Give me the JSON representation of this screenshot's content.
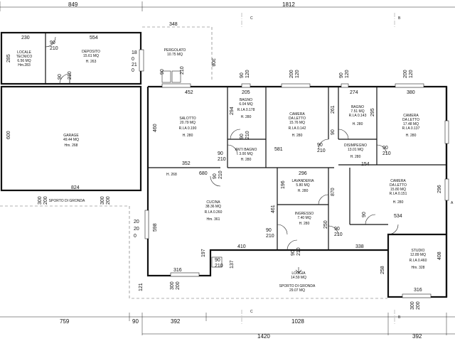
{
  "dims": {
    "top_left": "849",
    "top_right": "1812",
    "bottom_left": "759",
    "bottom_mid_a": "90",
    "bottom_mid_b": "392",
    "bottom_mid_c": "1028",
    "bottom_total": "1420",
    "bottom_right": "392",
    "d230": "230",
    "d554": "554",
    "d348": "348",
    "d285": "285",
    "d308": "308",
    "d600": "600",
    "d824": "824",
    "d452": "452",
    "d205": "205",
    "d274": "274",
    "d380": "380",
    "d460": "460",
    "d352": "352",
    "d680": "680",
    "d294": "294",
    "d261": "261",
    "d295": "295",
    "d154": "154",
    "d296": "296",
    "d296b": "296",
    "d196": "196",
    "d870": "870",
    "d461": "461",
    "d250": "250",
    "d598": "598",
    "d410": "410",
    "d338": "338",
    "d534": "534",
    "d408": "408",
    "d316a": "316",
    "d316b": "316",
    "d197": "197",
    "d137": "137",
    "d258": "258",
    "d121": "121",
    "d581": "581",
    "d300a": "300",
    "d200a": "200",
    "d300b": "300",
    "d200b": "200",
    "d300c": "300",
    "d200c": "200",
    "d300d": "300",
    "d200d": "200",
    "d90_210": "90",
    "d210": "210",
    "d20": "20",
    "d120": "120",
    "d18": "18",
    "d21": "21",
    "d0": "0"
  },
  "sections": {
    "a": "A",
    "b": "B",
    "c": "C"
  },
  "rooms": {
    "locale": {
      "name": "LOCALE",
      "name2": "TECNICO",
      "area": "6.56 MQ",
      "h": "Hm.283"
    },
    "deposito": {
      "name": "DEPOSITO",
      "area": "15.61 MQ",
      "h": "H. 263"
    },
    "pergolato": {
      "name": "PERGOLATO",
      "area": "10.75 MQ"
    },
    "garage": {
      "name": "GARAGE",
      "area": "49.44 MQ",
      "h": "Hm. 268"
    },
    "salotto": {
      "name": "SALOTTO",
      "area": "20.79 MQ",
      "ria": "R.I.A 0.190",
      "h": "H. 280"
    },
    "bagno1": {
      "name": "BAGNO",
      "area": "6.04 MQ",
      "ria": "R.I.A 0.178",
      "h": "H. 280"
    },
    "antibagno": {
      "name": "ANTI BAGNO",
      "area": "3.00 MQ",
      "h": "H. 280"
    },
    "camera1": {
      "name": "CAMERA",
      "name2": "DA LETTO",
      "area": "15.76 MQ",
      "ria": "R.I.A 0.142",
      "h": "H. 280"
    },
    "bagno2": {
      "name": "BAGNO",
      "area": "7.51 MQ",
      "ria": "R.I.A 0.143",
      "h": "H. 280"
    },
    "disimpegno": {
      "name": "DISIMPEGNO",
      "area": "13.01 MQ",
      "h": "H. 280"
    },
    "camera2": {
      "name": "CAMERA",
      "name2": "DA LETTO",
      "area": "17.48 MQ",
      "ria": "R.I.A 0.137",
      "h": "H. 280"
    },
    "lavanderia": {
      "name": "LAVANDERIA",
      "area": "5.80 MQ",
      "h": "H. 280"
    },
    "cucina": {
      "name": "CUCINA",
      "area": "38.36 MQ",
      "ria": "R.I.A 0.260",
      "h": "Hm. 361"
    },
    "ingresso": {
      "name": "INGRESSO",
      "area": "7.40 MQ",
      "h": "H. 280"
    },
    "camera3": {
      "name": "CAMERA",
      "name2": "DA LETTO",
      "area": "15.80 MQ",
      "ria": "R.I.A 0.151",
      "h": "H. 280"
    },
    "studio": {
      "name": "STUDIO",
      "area": "12.89 MQ",
      "ria": "R.I.A 0.460",
      "h": "Hm. 328"
    },
    "loggia": {
      "name": "LOGGIA",
      "area": "14.59 MQ"
    }
  },
  "labels": {
    "sporto_left": "SPORTO DI GRONDA",
    "sporto_bottom": "SPORTO DI GRONDA",
    "sporto_area": "29.07 MQ",
    "h268": "H. 268"
  }
}
